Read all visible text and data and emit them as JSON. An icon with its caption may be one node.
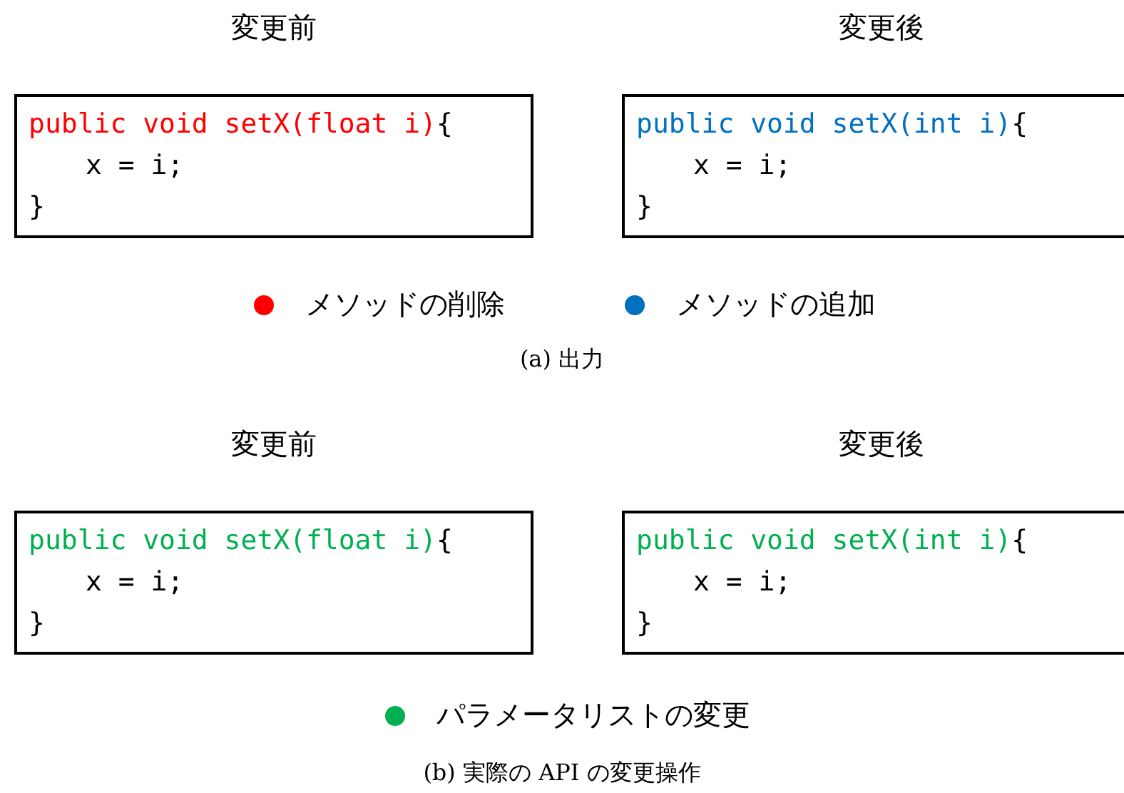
{
  "diagram": {
    "nodes": [
      {
        "text": [
          "変更前",
          "public void setX(float i)",
          "{",
          "x = i;",
          "}"
        ]
      },
      {
        "text": [
          "変更後",
          "public void setX(int i)",
          "{",
          "x = i;",
          "}"
        ]
      },
      {
        "text": [
          "変更前",
          "public void setX(float i)",
          "{",
          "x = i;",
          "}"
        ]
      },
      {
        "text": [
          "変更後",
          "public void setX(int i)",
          "{",
          "x = i;",
          "}"
        ]
      }
    ],
    "labels": [
      "(a) 出力",
      "(b) 実際の API の変更操作"
    ],
    "legend": [
      {
        "text": "メソッドの削除",
        "color": "#ff0000"
      },
      {
        "text": "メソッドの追加",
        "color": "#0070c0"
      },
      {
        "text": "パラメータリストの変更",
        "color": "#00b050"
      }
    ]
  }
}
